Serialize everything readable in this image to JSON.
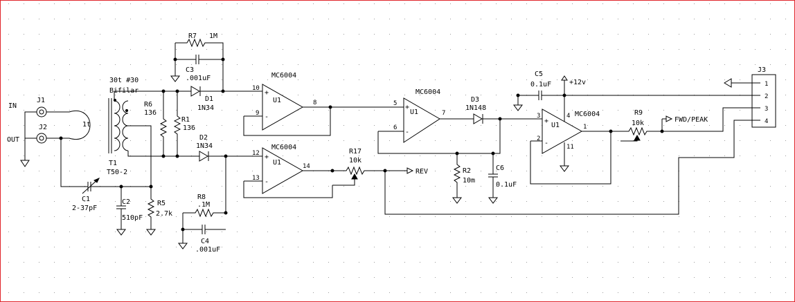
{
  "colors": {
    "frame": "#e0242a",
    "grid": "#9a9a9a",
    "ink": "#000000"
  },
  "labels": {
    "in": "IN",
    "out": "OUT",
    "j1": "J1",
    "j2": "J2",
    "j3": "J3",
    "link_turns": "1t",
    "winding": "30t #30",
    "bifilar": "Bifilar",
    "t1": "T1",
    "t1_core": "T50-2",
    "r7": "R7",
    "r7_value": "1M",
    "c3": "C3",
    "c3_value": ".001uF",
    "d1": "D1",
    "d1_part": "1N34",
    "d2": "D2",
    "d2_part": "1N34",
    "r6": "R6",
    "r6_value": "136",
    "r1": "R1",
    "r1_value": "136",
    "c1": "C1",
    "c1_value": "2-37pF",
    "c2": "C2",
    "c2_value": "510pF",
    "r5": "R5",
    "r5_value": "2.7k",
    "r8": "R8",
    "r8_value": ".1M",
    "c4": "C4",
    "c4_value": ".001uF",
    "opamp": "MC6004",
    "u1": "U1",
    "r17": "R17",
    "r17_value": "10k",
    "rev": "REV",
    "r2": "R2",
    "r2_value": "10m",
    "c6": "C6",
    "c6_value": "0.1uF",
    "d3": "D3",
    "d3_part": "1N148",
    "c5": "C5",
    "c5_value": "0.1uF",
    "vcc": "+12v",
    "r9": "R9",
    "r9_value": "10k",
    "fwd": "FWD/PEAK"
  },
  "pins": {
    "p10": "10",
    "p9": "9",
    "p8": "8",
    "p12": "12",
    "p13": "13",
    "p14": "14",
    "p5": "5",
    "p6": "6",
    "p7": "7",
    "p3": "3",
    "p2": "2",
    "p1": "1",
    "p4": "4",
    "p11": "11",
    "plus": "+",
    "minus": "-",
    "j3_1": "1",
    "j3_2": "2",
    "j3_3": "3",
    "j3_4": "4"
  }
}
